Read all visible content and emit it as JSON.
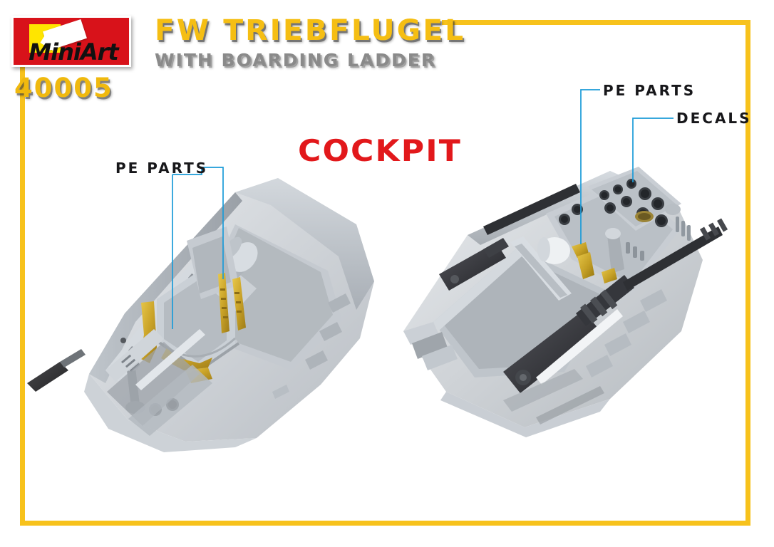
{
  "brand": {
    "logo_text": "MiniArt",
    "logo_bg_color": "#D8121A",
    "logo_square_color": "#FFE500"
  },
  "header": {
    "title": "FW TRIEBFLUGEL",
    "subtitle": "WITH BOARDING LADDER",
    "kit_number": "40005",
    "title_color": "#F5BE13",
    "subtitle_color": "#8A8A8A",
    "kit_number_color": "#F0B90E"
  },
  "frame": {
    "color": "#F7C21C"
  },
  "section": {
    "heading": "COCKPIT",
    "heading_color": "#E2181B"
  },
  "callouts": [
    {
      "id": "pe-parts-left",
      "label": "PE PARTS",
      "color": "#17171a",
      "leader_color": "#1B9BD8"
    },
    {
      "id": "pe-parts-right",
      "label": "PE PARTS",
      "color": "#17171a",
      "leader_color": "#1B9BD8"
    },
    {
      "id": "decals-right",
      "label": "DECALS",
      "color": "#17171a",
      "leader_color": "#1B9BD8"
    }
  ],
  "renders": {
    "left": {
      "name": "cockpit-tub-left-view",
      "description": "Grey styrene cockpit tub, rear three-quarter view, seat with gold photo-etched harness belts, control column, gun barrel at nose",
      "base_color": "#C8CCD0",
      "pe_color": "#C9A227",
      "metal_color": "#3A3A3C"
    },
    "right": {
      "name": "cockpit-tub-right-view",
      "description": "Grey styrene cockpit tub, front three-quarter view, instrument panel with gauge decals, gold photo-etched detail, dark machine guns and barrels",
      "base_color": "#C8CCD0",
      "pe_color": "#C9A227",
      "metal_color": "#3A3A3C"
    }
  }
}
